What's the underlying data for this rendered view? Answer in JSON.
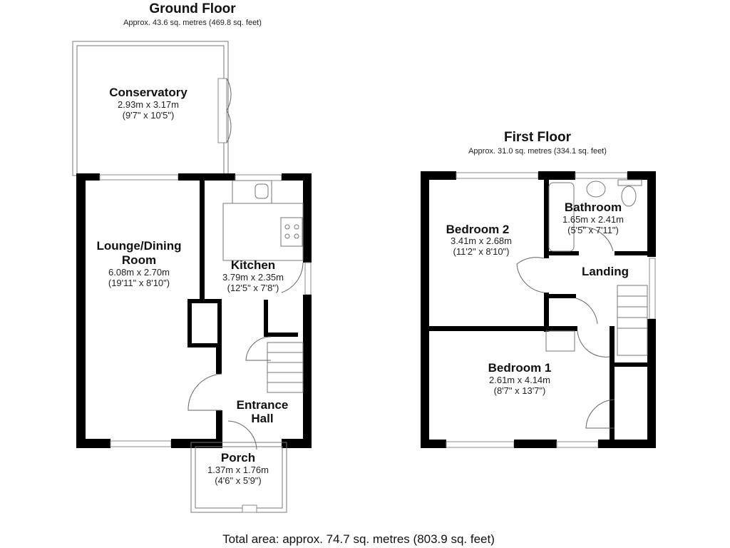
{
  "ground_floor": {
    "title": "Ground Floor",
    "area": "Approx. 43.6 sq. metres (469.8 sq. feet)",
    "rooms": [
      {
        "name": "Conservatory",
        "metric": "2.93m x 3.17m",
        "imperial": "(9'7\" x 10'5\")"
      },
      {
        "name_line1": "Lounge/Dining",
        "name_line2": "Room",
        "metric": "6.08m x 2.70m",
        "imperial": "(19'11\" x 8'10\")"
      },
      {
        "name": "Kitchen",
        "metric": "3.79m x 2.35m",
        "imperial": "(12'5\" x 7'8\")"
      },
      {
        "name_line1": "Entrance",
        "name_line2": "Hall"
      },
      {
        "name": "Porch",
        "metric": "1.37m x 1.76m",
        "imperial": "(4'6\" x 5'9\")"
      }
    ]
  },
  "first_floor": {
    "title": "First Floor",
    "area": "Approx. 31.0 sq. metres (334.1 sq. feet)",
    "rooms": [
      {
        "name": "Bedroom 2",
        "metric": "3.41m x 2.68m",
        "imperial": "(11'2\" x 8'10\")"
      },
      {
        "name": "Bathroom",
        "metric": "1.65m x 2.41m",
        "imperial": "(5'5\" x 7'11\")"
      },
      {
        "name": "Landing"
      },
      {
        "name": "Bedroom 1",
        "metric": "2.61m x 4.14m",
        "imperial": "(8'7\" x 13'7\")"
      }
    ]
  },
  "total_area": "Total area: approx. 74.7 sq. metres (803.9 sq. feet)"
}
